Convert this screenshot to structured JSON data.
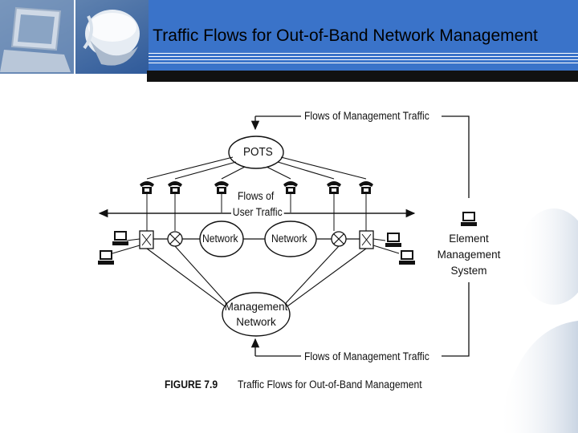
{
  "slide": {
    "title": "Traffic Flows for Out-of-Band Network Management",
    "colors": {
      "banner": "#3a73c9",
      "text": "#000000"
    },
    "icons": [
      "computer-mouse-photo",
      "person-silhouette",
      "telephone-icon",
      "computer-terminal-icon",
      "switch-icon",
      "multiplexer-icon"
    ]
  },
  "figure": {
    "top_flow_label": "Flows of Management Traffic",
    "bottom_flow_label": "Flows of Management Traffic",
    "pots_label": "POTS",
    "user_traffic_line1": "Flows of",
    "user_traffic_line2": "User Traffic",
    "network_left_label": "Network",
    "network_right_label": "Network",
    "mgmt_network_line1": "Management",
    "mgmt_network_line2": "Network",
    "ems_line1": "Element",
    "ems_line2": "Management",
    "ems_line3": "System",
    "caption_number": "FIGURE  7.9",
    "caption_text": "Traffic Flows for Out-of-Band Management"
  }
}
